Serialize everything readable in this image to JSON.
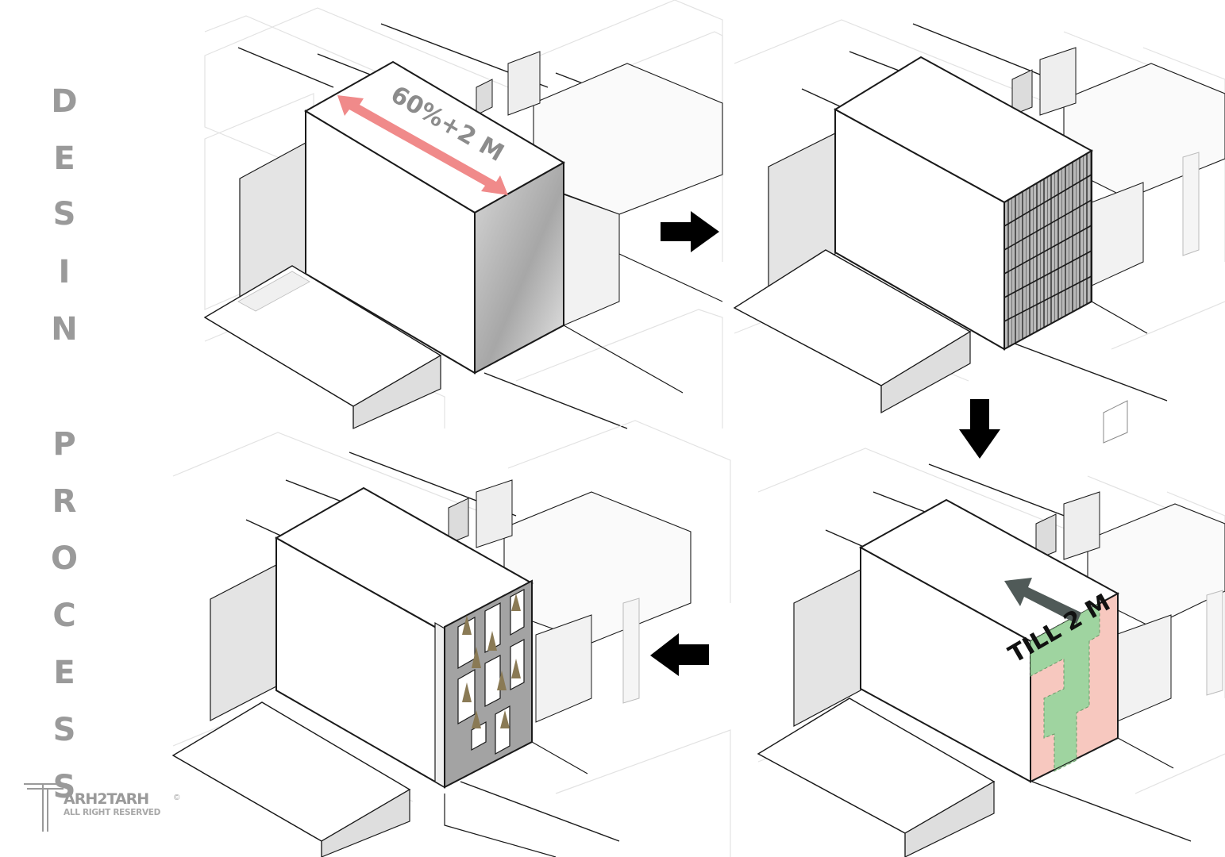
{
  "title_letters": {
    "word1": [
      "D",
      "E",
      "S",
      "I",
      "N"
    ],
    "word2": [
      "P",
      "R",
      "O",
      "C",
      "E",
      "S",
      "S"
    ]
  },
  "panels": {
    "step1": {
      "dimension_label": "60%+2 M",
      "arrow_color": "#f08a8a"
    },
    "step2": {
      "facade": "vertical-slat-grid"
    },
    "step3": {
      "dimension_label": "TILL 2 M",
      "setback_color": "#f7c8bf",
      "green_color": "#9fd4a0"
    },
    "step4": {
      "facade": "terraced-planters-with-trees"
    }
  },
  "flow_arrows": [
    "right",
    "down",
    "left"
  ],
  "logo": {
    "brand": "ARH2TARH",
    "rights": "ALL RIGHT RESERVED",
    "mark": "©"
  },
  "colors": {
    "title": "#9a9a9a",
    "line": "#1a1a1a",
    "shade": "#a9a9a9"
  }
}
